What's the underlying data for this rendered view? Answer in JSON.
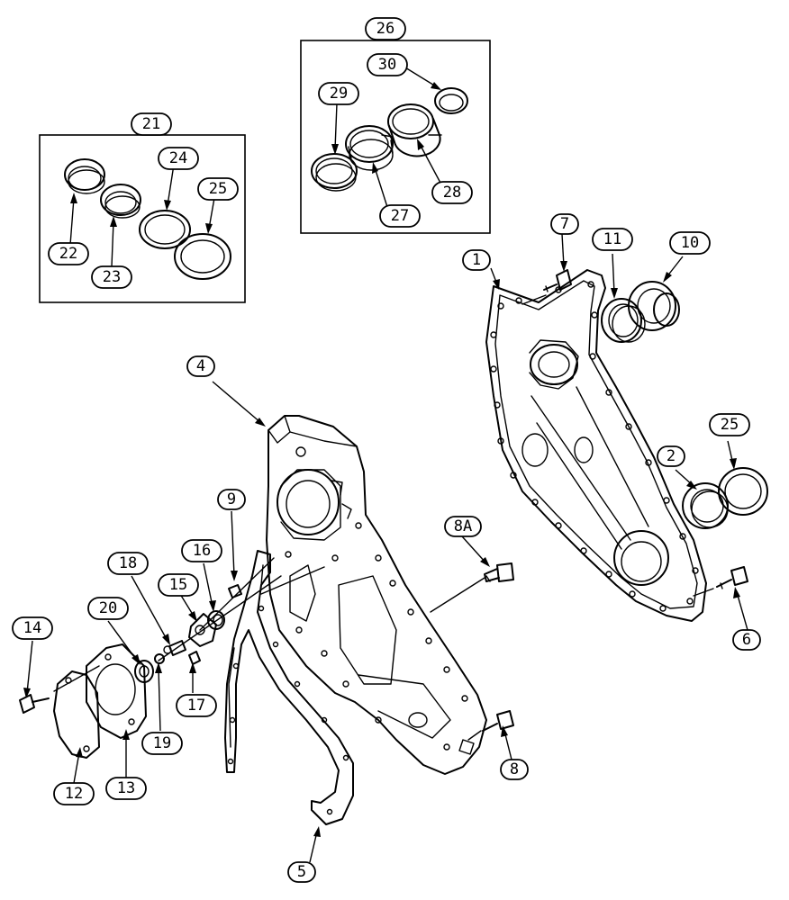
{
  "callouts": [
    {
      "id": "c1",
      "label": "1"
    },
    {
      "id": "c2",
      "label": "2"
    },
    {
      "id": "c4",
      "label": "4"
    },
    {
      "id": "c5",
      "label": "5"
    },
    {
      "id": "c6",
      "label": "6"
    },
    {
      "id": "c7",
      "label": "7"
    },
    {
      "id": "c8",
      "label": "8"
    },
    {
      "id": "c8a",
      "label": "8A"
    },
    {
      "id": "c9",
      "label": "9"
    },
    {
      "id": "c10",
      "label": "10"
    },
    {
      "id": "c11",
      "label": "11"
    },
    {
      "id": "c12",
      "label": "12"
    },
    {
      "id": "c13",
      "label": "13"
    },
    {
      "id": "c14",
      "label": "14"
    },
    {
      "id": "c15",
      "label": "15"
    },
    {
      "id": "c16",
      "label": "16"
    },
    {
      "id": "c17",
      "label": "17"
    },
    {
      "id": "c18",
      "label": "18"
    },
    {
      "id": "c19",
      "label": "19"
    },
    {
      "id": "c20",
      "label": "20"
    },
    {
      "id": "c21",
      "label": "21"
    },
    {
      "id": "c22",
      "label": "22"
    },
    {
      "id": "c23",
      "label": "23"
    },
    {
      "id": "c24",
      "label": "24"
    },
    {
      "id": "c25a",
      "label": "25"
    },
    {
      "id": "c25b",
      "label": "25"
    },
    {
      "id": "c26",
      "label": "26"
    },
    {
      "id": "c27",
      "label": "27"
    },
    {
      "id": "c28",
      "label": "28"
    },
    {
      "id": "c29",
      "label": "29"
    },
    {
      "id": "c30",
      "label": "30"
    }
  ],
  "colors": {
    "ink": "#000000",
    "paper": "#ffffff"
  }
}
